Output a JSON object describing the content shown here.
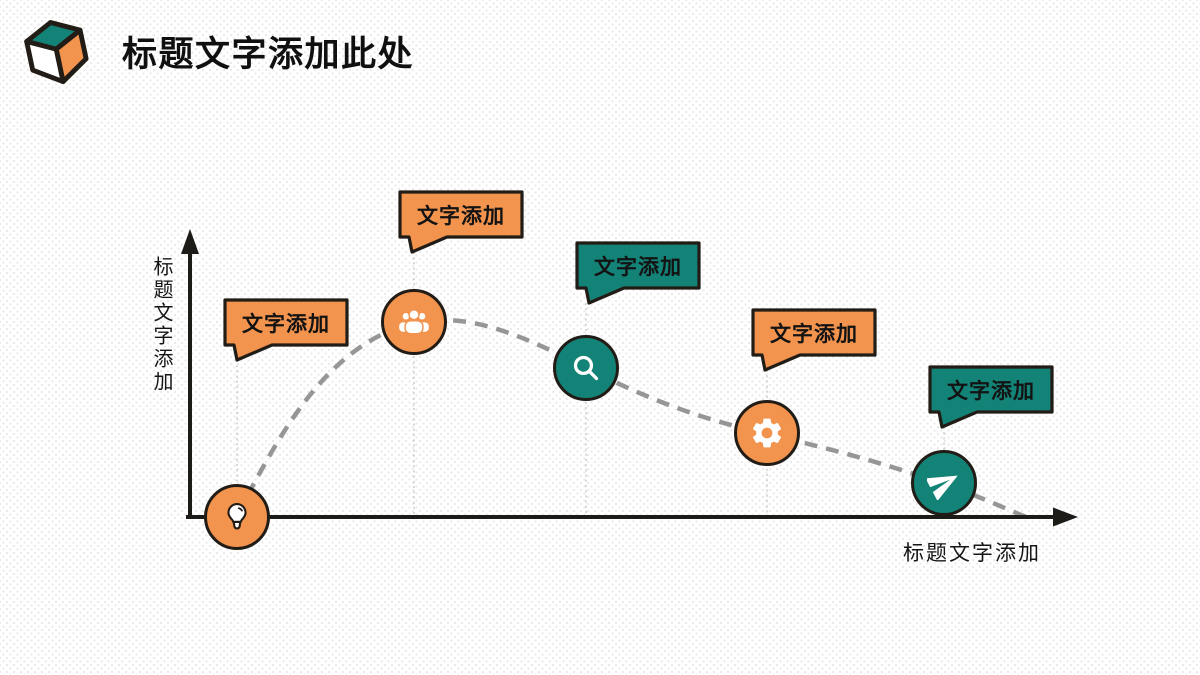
{
  "colors": {
    "orange": "#F2934E",
    "teal": "#148377",
    "outline": "#221C16",
    "curve_gray": "#969696",
    "guide_gray": "#C8C8C8"
  },
  "header": {
    "title": "标题文字添加此处",
    "logo": "cube-logo"
  },
  "chart": {
    "y_axis_label": "标题文字添加",
    "x_axis_label": "标题文字添加",
    "nodes": [
      {
        "label": "文字添加",
        "icon": "lightbulb-icon",
        "color": "orange"
      },
      {
        "label": "文字添加",
        "icon": "people-icon",
        "color": "orange"
      },
      {
        "label": "文字添加",
        "icon": "search-icon",
        "color": "teal"
      },
      {
        "label": "文字添加",
        "icon": "gear-icon",
        "color": "orange"
      },
      {
        "label": "文字添加",
        "icon": "paper-plane-icon",
        "color": "teal"
      }
    ]
  }
}
